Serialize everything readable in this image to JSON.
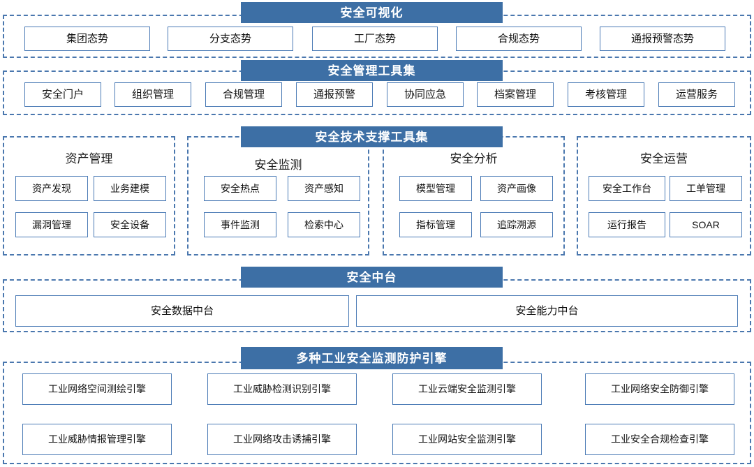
{
  "layers": [
    {
      "id": "visualization",
      "banner": "安全可视化",
      "items": [
        "集团态势",
        "分支态势",
        "工厂态势",
        "合规态势",
        "通报预警态势"
      ]
    },
    {
      "id": "management-tools",
      "banner": "安全管理工具集",
      "items": [
        "安全门户",
        "组织管理",
        "合规管理",
        "通报预警",
        "协同应急",
        "档案管理",
        "考核管理",
        "运营服务"
      ]
    },
    {
      "id": "technical-support",
      "banner": "安全技术支撑工具集",
      "groups": [
        {
          "title": "资产管理",
          "items": [
            "资产发现",
            "业务建模",
            "漏洞管理",
            "安全设备"
          ]
        },
        {
          "title": "安全监测",
          "items": [
            "安全热点",
            "资产感知",
            "事件监测",
            "检索中心"
          ]
        },
        {
          "title": "安全分析",
          "items": [
            "模型管理",
            "资产画像",
            "指标管理",
            "追踪溯源"
          ]
        },
        {
          "title": "安全运营",
          "items": [
            "安全工作台",
            "工单管理",
            "运行报告",
            "SOAR"
          ]
        }
      ]
    },
    {
      "id": "security-platform",
      "banner": "安全中台",
      "items": [
        "安全数据中台",
        "安全能力中台"
      ]
    },
    {
      "id": "engines",
      "banner": "多种工业安全监测防护引擎",
      "items": [
        "工业网络空间测绘引擎",
        "工业威胁检测识别引擎",
        "工业云端安全监测引擎",
        "工业网络安全防御引擎",
        "工业威胁情报管理引擎",
        "工业网络攻击诱捕引擎",
        "工业网站安全监测引擎",
        "工业安全合规检查引擎"
      ]
    }
  ],
  "colors": {
    "banner_fill": "#3d6fa5",
    "banner_text": "#ffffff",
    "dashed_border": "#4a77ae",
    "cell_border": "#4a7ab5",
    "cell_fill": "#ffffff",
    "page_background": "#ffffff"
  }
}
